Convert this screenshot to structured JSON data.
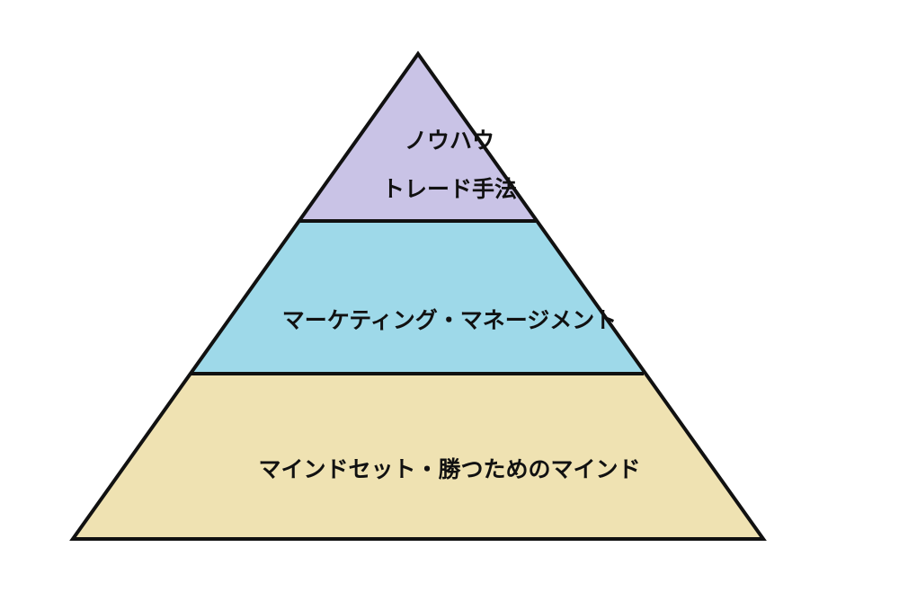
{
  "diagram": {
    "tiers": [
      {
        "lines": [
          "ノウハウ",
          "トレード手法"
        ],
        "color": "#c9c3e6"
      },
      {
        "lines": [
          "マーケティング・マネージメント"
        ],
        "color": "#9ed9e9"
      },
      {
        "lines": [
          "マインドセット・勝つためのマインド"
        ],
        "color": "#efe2b2"
      }
    ],
    "outline_color": "#111111"
  }
}
